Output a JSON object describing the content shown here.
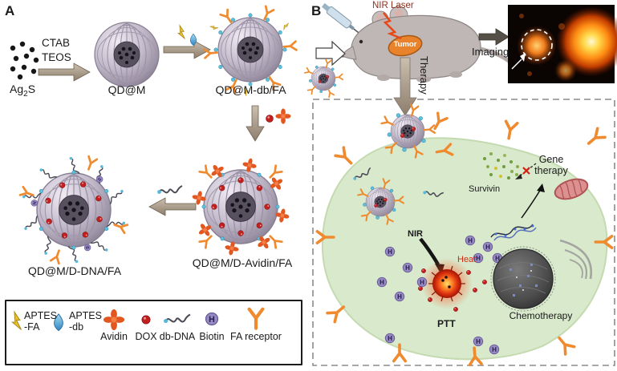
{
  "panel_a": {
    "label": "A",
    "reagent_top": "CTAB",
    "reagent_bottom": "TEOS",
    "ag2s_base": "Ag",
    "ag2s_sub": "2",
    "ag2s_end": "S",
    "qdm": "QD@M",
    "qdm_db_fa": "QD@M-db/FA",
    "qdm_d_avidin_fa": "QD@M/D-Avidin/FA",
    "qdm_d_dna_fa": "QD@M/D-DNA/FA",
    "legend": {
      "items": [
        "APTES\n-FA",
        "APTES\n-db",
        "Avidin",
        "DOX",
        "db-DNA",
        "Biotin",
        "FA receptor"
      ],
      "biotin_letter": "H"
    }
  },
  "panel_b": {
    "label": "B",
    "nir_laser": "NIR Laser",
    "tumor": "Tumor",
    "imaging": "Imaging",
    "therapy": "Therapy",
    "cell": {
      "nir": "NIR",
      "heat": "Heat",
      "ptt": "PTT",
      "survivin": "Survivin",
      "gene_therapy": "Gene therapy",
      "chemotherapy": "Chemotherapy"
    }
  },
  "colors": {
    "fa_receptor_orange": "#ef8a2e",
    "dox_red": "#c41f1f",
    "cell_green": "#d8e9cc",
    "heat_red": "#e03510",
    "sphere_gray": "#c4bccc"
  }
}
